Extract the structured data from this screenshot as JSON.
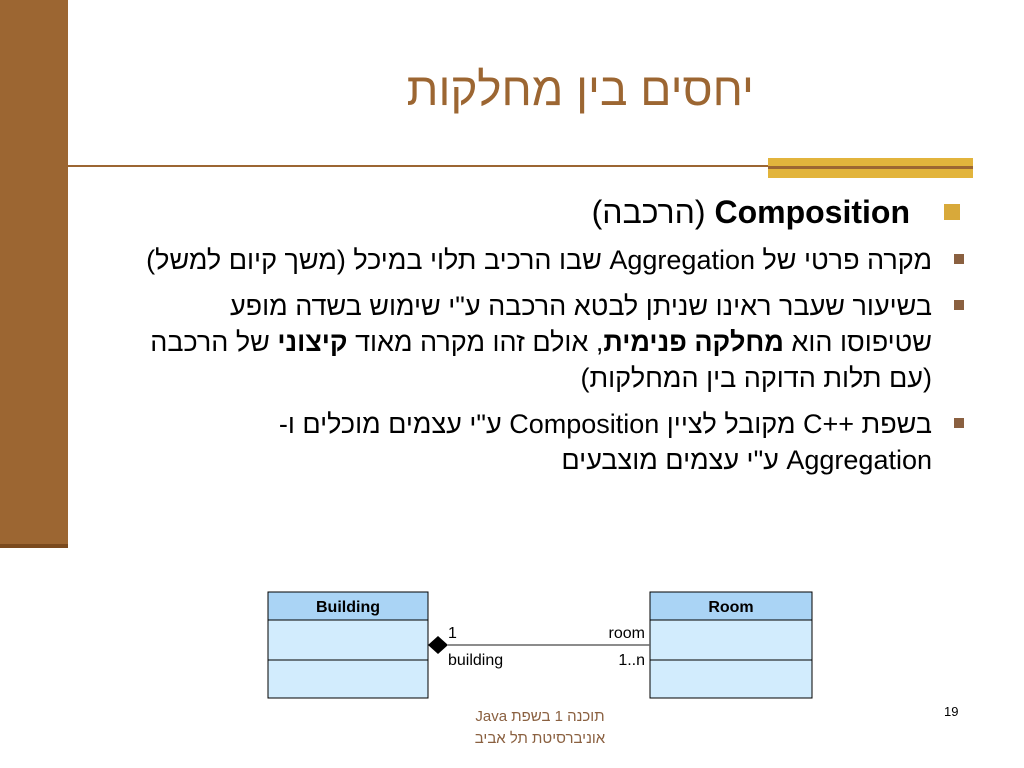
{
  "slide": {
    "title": "יחסים בין מחלקות",
    "heading_en": "Composition",
    "heading_he": "(הרכבה)",
    "bullets": [
      {
        "lines": [
          "מקרה פרטי של ",
          "Aggregation",
          " שבו הרכיב תלוי במיכל (משך קיום למשל)"
        ]
      },
      {
        "part1": "בשיעור שעבר ראינו שניתן לבטא הרכבה ע\"י שימוש בשדה מופע שטיפוסו הוא ",
        "bold1": "מחלקה פנימית",
        "part2": ", אולם זהו מקרה מאוד ",
        "bold2": "קיצוני",
        "part3": " של הרכבה (עם תלות הדוקה בין המחלקות)"
      },
      {
        "part1": "בשפת ",
        "cpp": "C++",
        "part2": " מקובל לציין ",
        "comp": "Composition",
        "part3": " ע\"י עצמים מוכלים ו- ",
        "agg": "Aggregation",
        "part4": " ע\"י עצמים מוצבעים"
      }
    ],
    "footer_line1": "תוכנה 1 בשפת  Java",
    "footer_line2": "אוניברסיטת תל אביב",
    "page_number": "19"
  },
  "uml": {
    "class_left": "Building",
    "class_right": "Room",
    "left_multiplicity": "1",
    "left_role": "building",
    "right_role": "room",
    "right_multiplicity": "1..n",
    "header_color": "#aad4f5",
    "body_color": "#d2ecfd"
  },
  "colors": {
    "accent_brown": "#9c6632",
    "accent_gold": "#e2b43c"
  }
}
